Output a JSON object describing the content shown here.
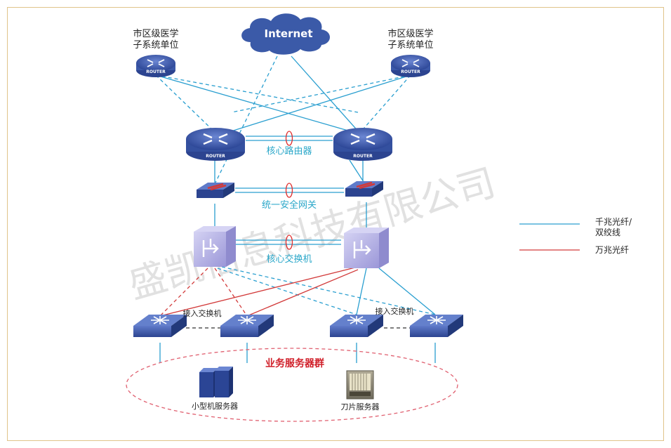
{
  "internet": {
    "label": "Internet"
  },
  "branch_left": {
    "line1": "市区级医学",
    "line2": "子系统单位"
  },
  "branch_right": {
    "line1": "市区级医学",
    "line2": "子系统单位"
  },
  "router_tag": "ROUTER",
  "core_router_label": "核心路由器",
  "gateway_label": "统一安全网关",
  "core_switch_label": "核心交换机",
  "access_switch_left_label": "接入交换机",
  "access_switch_right_label": "接入交换机",
  "server_group_label": "业务服务器群",
  "server_minicomputer_label": "小型机服务器",
  "server_blade_label": "刀片服务器",
  "watermark": "盛凯信息科技有限公司",
  "legend": {
    "gigabit_line1": "千兆光纤/",
    "gigabit_line2": "双绞线",
    "tengig": "万兆光纤"
  },
  "colors": {
    "gigabit": "#2a9fd0",
    "tengig": "#d23a3a",
    "device_blue": "#3d5cad",
    "cloud": "#3b5aa8",
    "switch_core": "#b9b6e6"
  }
}
